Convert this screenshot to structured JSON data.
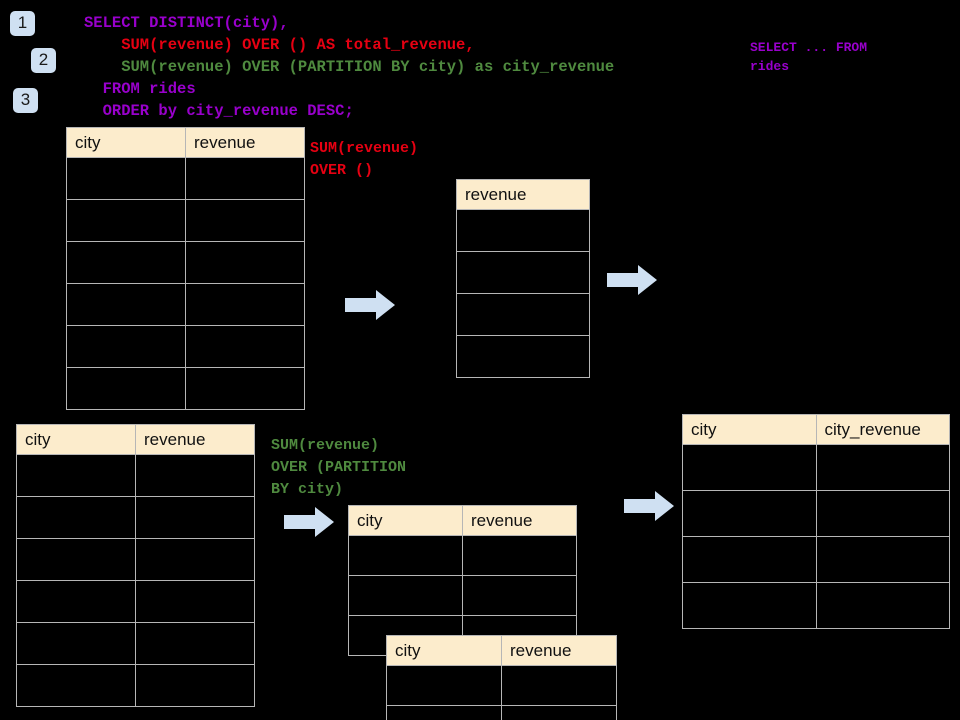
{
  "background_color": "#000000",
  "accent_colors": {
    "badge_bg": "#cfe0f2",
    "table_header_bg": "#fceccc",
    "table_border": "#b6b6b6",
    "arrow_fill": "#cfe0f2",
    "purple": "#9900cc",
    "red": "#e60012",
    "green": "#4f8a3f"
  },
  "badges": [
    {
      "label": "1"
    },
    {
      "label": "2"
    },
    {
      "label": "3"
    }
  ],
  "sql_query": {
    "line1": "SELECT DISTINCT(city),",
    "line2": "    SUM(revenue) OVER () AS total_revenue,",
    "line3": "    SUM(revenue) OVER (PARTITION BY city) as city_revenue",
    "line4": "  FROM rides",
    "line5": "  ORDER by city_revenue DESC;"
  },
  "side_note": {
    "line1": "SELECT ... FROM",
    "line2": "rides"
  },
  "annotations": {
    "total_revenue": {
      "line1": "SUM(revenue)",
      "line2": "OVER ()"
    },
    "city_revenue": {
      "line1": "SUM(revenue)",
      "line2": "OVER (PARTITION",
      "line3": "BY city)"
    }
  },
  "tables": {
    "source_top": {
      "name": "rides-source-table",
      "columns": [
        "city",
        "revenue"
      ],
      "row_count": 6,
      "rows": [
        [
          "",
          ""
        ],
        [
          "",
          ""
        ],
        [
          "",
          ""
        ],
        [
          "",
          ""
        ],
        [
          "",
          ""
        ],
        [
          "",
          ""
        ]
      ]
    },
    "total_revenue_result": {
      "name": "total-revenue-table",
      "columns": [
        "revenue"
      ],
      "row_count": 4,
      "rows": [
        [
          ""
        ],
        [
          ""
        ],
        [
          ""
        ],
        [
          ""
        ]
      ]
    },
    "source_bottom": {
      "name": "rides-source-table-partitioned",
      "columns": [
        "city",
        "revenue"
      ],
      "row_count": 6,
      "rows": [
        [
          "",
          ""
        ],
        [
          "",
          ""
        ],
        [
          "",
          ""
        ],
        [
          "",
          ""
        ],
        [
          "",
          ""
        ],
        [
          "",
          ""
        ]
      ]
    },
    "partition_a": {
      "name": "partition-group-a",
      "columns": [
        "city",
        "revenue"
      ],
      "row_count": 3,
      "rows": [
        [
          "",
          ""
        ],
        [
          "",
          ""
        ],
        [
          "",
          ""
        ]
      ]
    },
    "partition_b": {
      "name": "partition-group-b",
      "columns": [
        "city",
        "revenue"
      ],
      "row_count": 2,
      "rows": [
        [
          "",
          ""
        ],
        [
          "",
          ""
        ]
      ]
    },
    "final_result": {
      "name": "final-result-table",
      "columns": [
        "city",
        "city_revenue"
      ],
      "row_count": 4,
      "rows": [
        [
          "",
          ""
        ],
        [
          "",
          ""
        ],
        [
          "",
          ""
        ],
        [
          "",
          ""
        ]
      ]
    }
  },
  "arrows": [
    {
      "name": "arrow-source-to-total",
      "direction": "right"
    },
    {
      "name": "arrow-total-to-result",
      "direction": "right"
    },
    {
      "name": "arrow-source-to-partition",
      "direction": "right"
    },
    {
      "name": "arrow-partition-to-result",
      "direction": "right"
    }
  ]
}
